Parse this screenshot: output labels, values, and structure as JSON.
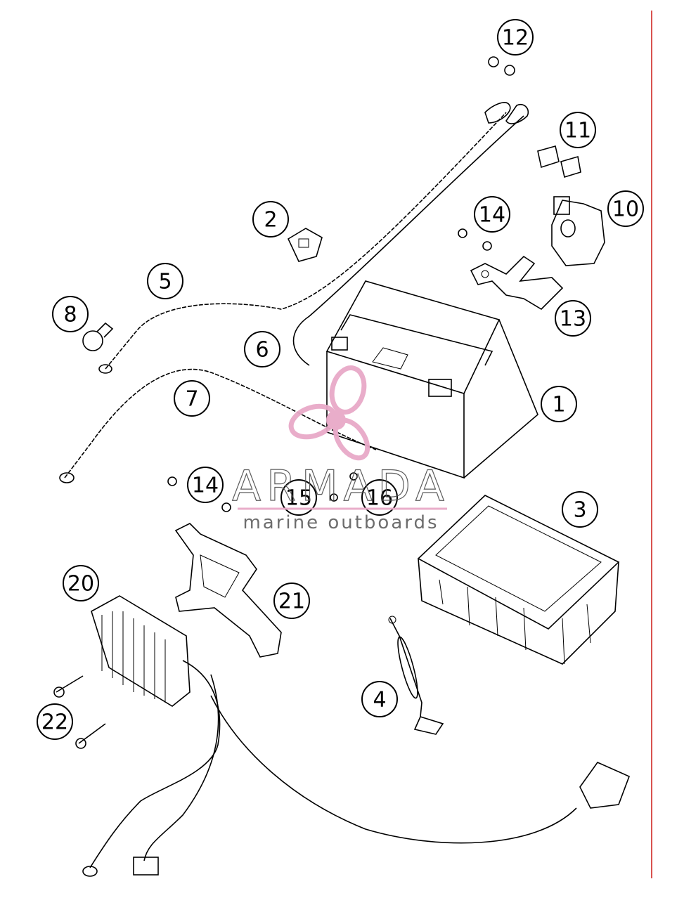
{
  "callouts": [
    "1",
    "2",
    "3",
    "4",
    "5",
    "6",
    "7",
    "8",
    "10",
    "11",
    "12",
    "13",
    "14",
    "14",
    "15",
    "16",
    "20",
    "21",
    "22"
  ],
  "watermark": {
    "brand": "ARMADA",
    "tagline": "marine outboards",
    "color": "#e8a9c8"
  },
  "colors": {
    "margin_line": "#d9534f",
    "ink": "#000000"
  }
}
